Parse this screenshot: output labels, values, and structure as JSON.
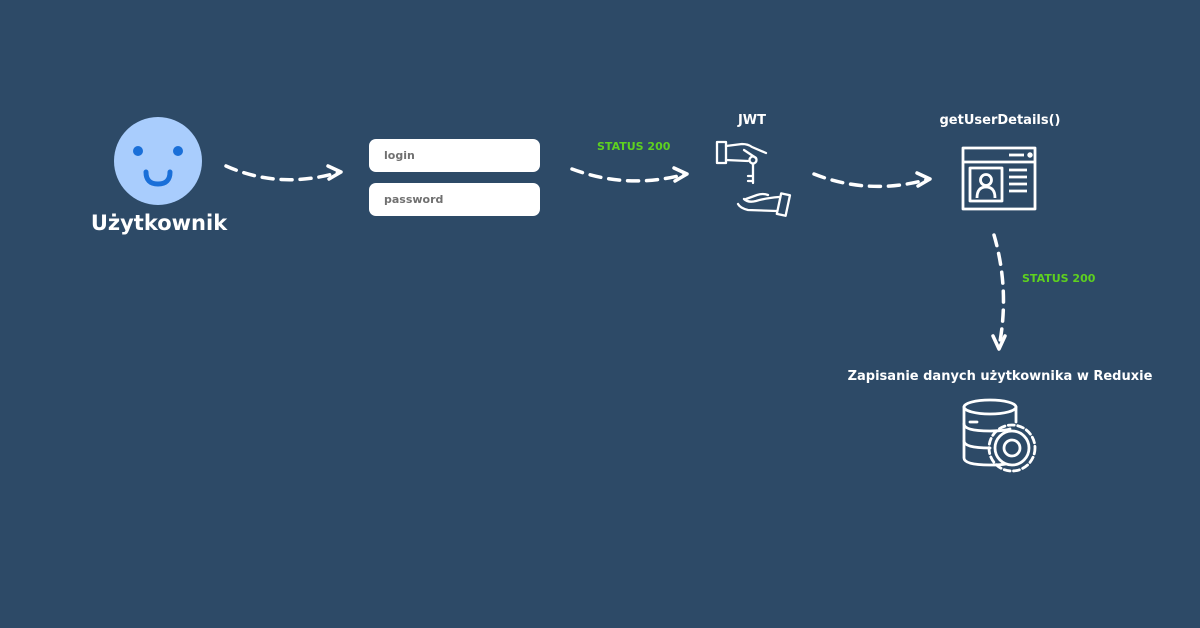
{
  "user": {
    "label": "Użytkownik",
    "icon": "smiley-face-icon",
    "color": "#a9cdfd"
  },
  "form": {
    "login_placeholder": "login",
    "password_placeholder": "password"
  },
  "steps": {
    "status_1": "STATUS 200",
    "jwt": "JWT",
    "jwt_icon": "key-handover-icon",
    "get_user_details": "getUserDetails()",
    "details_icon": "user-profile-browser-icon",
    "status_2": "STATUS 200",
    "redux": "Zapisanie danych użytkownika w Reduxie",
    "redux_icon": "database-gear-icon"
  },
  "colors": {
    "background": "#2d4a67",
    "status": "#5ed11f",
    "text": "#ffffff"
  }
}
